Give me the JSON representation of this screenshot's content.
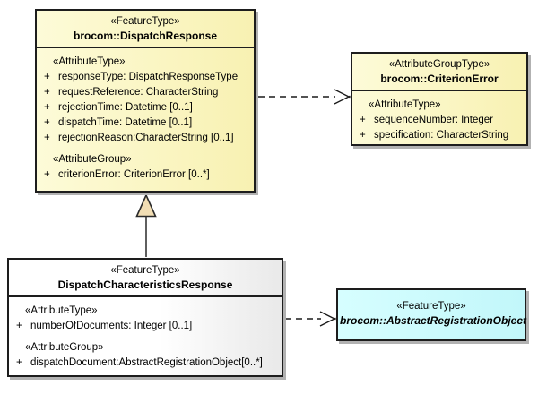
{
  "diagram_title": "UML class diagram - brocom DispatchResponse model",
  "colors": {
    "box_yellow": "#f9f4bc",
    "box_white_gradient_end": "#e9e9e9",
    "box_cyan": "#ccfdfe",
    "border": "#1d1d1d",
    "shadow": "#b2b2b2",
    "triangle_fill": "#f2deb4",
    "line": "#1a1a1a"
  },
  "boxes": {
    "dispatch_response": {
      "stereotype": "«FeatureType»",
      "name": "brocom::DispatchResponse",
      "rows": [
        {
          "kind": "header",
          "text": "«AttributeType»"
        },
        {
          "kind": "attr",
          "vis": "+",
          "text": "responseType: DispatchResponseType"
        },
        {
          "kind": "attr",
          "vis": "+",
          "text": "requestReference: CharacterString"
        },
        {
          "kind": "attr",
          "vis": "+",
          "text": "rejectionTime: Datetime [0..1]"
        },
        {
          "kind": "attr",
          "vis": "+",
          "text": "dispatchTime: Datetime [0..1]"
        },
        {
          "kind": "attr",
          "vis": "+",
          "text": "rejectionReason:CharacterString [0..1]"
        },
        {
          "kind": "header",
          "text": "«AttributeGroup»"
        },
        {
          "kind": "attr",
          "vis": "+",
          "text": "criterionError: CriterionError [0..*]"
        }
      ]
    },
    "criterion_error": {
      "stereotype": "«AttributeGroupType»",
      "name": "brocom::CriterionError",
      "rows": [
        {
          "kind": "header",
          "text": "«AttributeType»"
        },
        {
          "kind": "attr",
          "vis": "+",
          "text": "sequenceNumber: Integer"
        },
        {
          "kind": "attr",
          "vis": "+",
          "text": "specification: CharacterString"
        }
      ]
    },
    "dispatch_characteristics_response": {
      "stereotype": "«FeatureType»",
      "name": "DispatchCharacteristicsResponse",
      "rows": [
        {
          "kind": "header",
          "text": "«AttributeType»"
        },
        {
          "kind": "attr",
          "vis": "+",
          "text": "numberOfDocuments: Integer [0..1]"
        },
        {
          "kind": "header",
          "text": "«AttributeGroup»"
        },
        {
          "kind": "attr",
          "vis": "+",
          "text": "dispatchDocument:AbstractRegistrationObject[0..*]"
        }
      ]
    },
    "abstract_registration_object": {
      "stereotype": "«FeatureType»",
      "name": "brocom::AbstractRegistrationObject"
    }
  },
  "connectors": {
    "generalization": "DispatchCharacteristicsResponse -> brocom::DispatchResponse",
    "dependency_criterion_error": "brocom::DispatchResponse -> brocom::CriterionError",
    "dependency_dispatch_document": "DispatchCharacteristicsResponse -> brocom::AbstractRegistrationObject"
  }
}
